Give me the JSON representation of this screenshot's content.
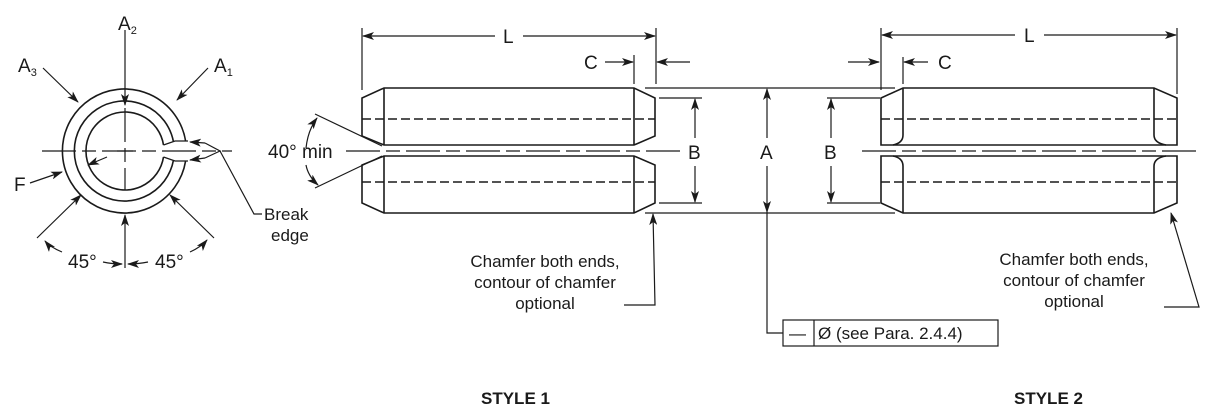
{
  "end_view": {
    "load_labels": {
      "a1": {
        "main": "A",
        "sub": "1"
      },
      "a2": {
        "main": "A",
        "sub": "2"
      },
      "a3": {
        "main": "A",
        "sub": "3"
      }
    },
    "f_label": "F",
    "angle_left": "45°",
    "angle_right": "45°",
    "break_edge_line1": "Break",
    "break_edge_line2": "edge"
  },
  "style1": {
    "length_label": "L",
    "chamfer_label": "C",
    "slot_angle_label": "40° min",
    "inner_dia_label": "B",
    "note_lines": [
      "Chamfer both ends,",
      "contour of chamfer",
      "optional"
    ],
    "title": "STYLE 1"
  },
  "center_dims": {
    "outer_dia_label": "A",
    "inner_dia_label": "B",
    "feature_control": {
      "symbol": "—",
      "text": "Ø (see Para. 2.4.4)"
    }
  },
  "style2": {
    "length_label": "L",
    "chamfer_label": "C",
    "note_lines": [
      "Chamfer both ends,",
      "contour of chamfer",
      "optional"
    ],
    "title": "STYLE 2"
  }
}
